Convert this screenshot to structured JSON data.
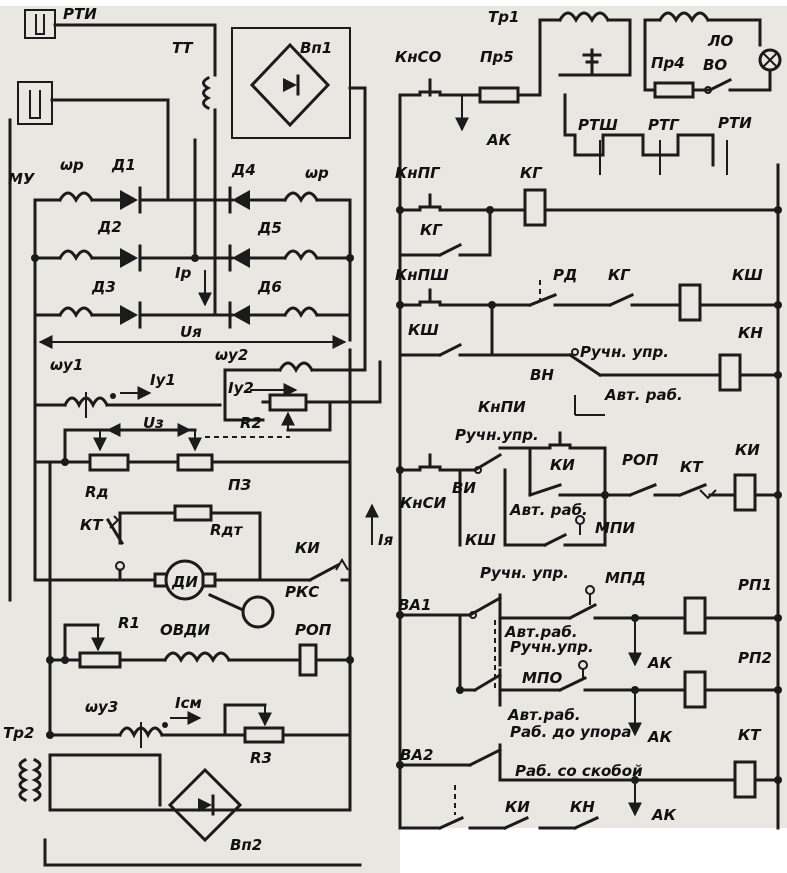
{
  "labels": {
    "rti_top": "РТИ",
    "tr1": "Тр1",
    "tt": "ТТ",
    "vp1": "Вп1",
    "knso": "КнСО",
    "pr5": "Пр5",
    "pr4": "Пр4",
    "lo": "ЛО",
    "vo": "ВО",
    "mu": "МУ",
    "wr_left": "ωр",
    "wr_right": "ωр",
    "d1": "Д1",
    "d2": "Д2",
    "d3": "Д3",
    "d4": "Д4",
    "d5": "Д5",
    "d6": "Д6",
    "ip": "Iр",
    "ua": "Uя",
    "ak1": "АК",
    "rtsh": "РТШ",
    "rtg": "РТГ",
    "rti_right": "РТИ",
    "knpg": "КнПГ",
    "kg_contact": "КГ",
    "kg_coil": "КГ",
    "knpsh": "КнПШ",
    "rd": "РД",
    "kg_contact2": "КГ",
    "ksh_coil": "КШ",
    "ksh_contact": "КШ",
    "vn": "ВН",
    "ruchn_upr_1": "Ручн. упр.",
    "avt_rab_1": "Авт. раб.",
    "kn": "КН",
    "wy1": "ωу1",
    "iy1": "Iу1",
    "wy2": "ωу2",
    "iy2": "Iу2",
    "r2": "R2",
    "uz": "Uз",
    "rd_res": "Rд",
    "pz": "ПЗ",
    "kt_left": "КТ",
    "rdt": "Rдт",
    "ki_left": "КИ",
    "ia": "Iя",
    "di": "ДИ",
    "rks": "РКС",
    "r1": "R1",
    "ovdi": "ОВДИ",
    "rop_coil": "РОП",
    "wy3": "ωу3",
    "icm": "Iсм",
    "r3": "R3",
    "tr2": "Тр2",
    "vp2": "Вп2",
    "knpi": "КнПИ",
    "ruchn_upr_2": "Ручн.упр.",
    "ki_contact": "КИ",
    "rop_contact": "РОП",
    "kt_contact": "КТ",
    "ki_coil": "КИ",
    "knsi": "КнСИ",
    "vi": "ВИ",
    "avt_rab_2": "Авт. раб.",
    "mpi": "МПИ",
    "ksh_contact2": "КШ",
    "ruchn_upr_3": "Ручн. упр.",
    "mpd": "МПД",
    "va1": "ВА1",
    "avt_rab_3": "Авт.раб.",
    "rp1": "РП1",
    "ak2": "АК",
    "ruchn_upr_4": "Ручн.упр.",
    "mpo": "МПО",
    "avt_rab_4": "Авт.раб.",
    "rp2": "РП2",
    "rab_do_upora": "Раб. до упора",
    "ak3": "АК",
    "va2": "ВА2",
    "rab_so_skoboi": "Раб. со скобой",
    "kt_coil": "КТ",
    "ki_bottom": "КИ",
    "kn_bottom": "КН",
    "ak4": "АК"
  }
}
